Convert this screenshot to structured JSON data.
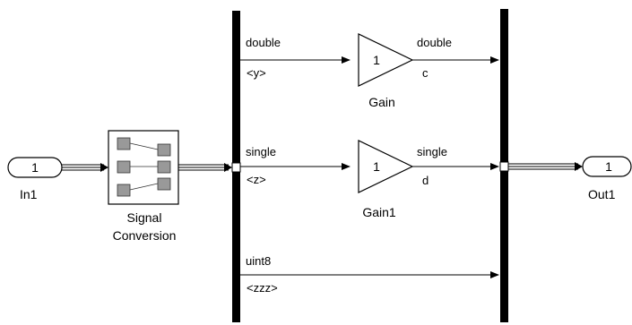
{
  "blocks": {
    "in1": {
      "number": "1",
      "name": "In1"
    },
    "signal_conversion": {
      "name_line1": "Signal",
      "name_line2": "Conversion"
    },
    "gain": {
      "value": "1",
      "name": "Gain"
    },
    "gain1": {
      "value": "1",
      "name": "Gain1"
    },
    "out1": {
      "number": "1",
      "name": "Out1"
    }
  },
  "signals": {
    "y": {
      "type": "double",
      "name": "<y>"
    },
    "z": {
      "type": "single",
      "name": "<z>"
    },
    "zzz": {
      "type": "uint8",
      "name": "<zzz>"
    },
    "c": {
      "type": "double",
      "name": "c"
    },
    "d": {
      "type": "single",
      "name": "d"
    }
  }
}
